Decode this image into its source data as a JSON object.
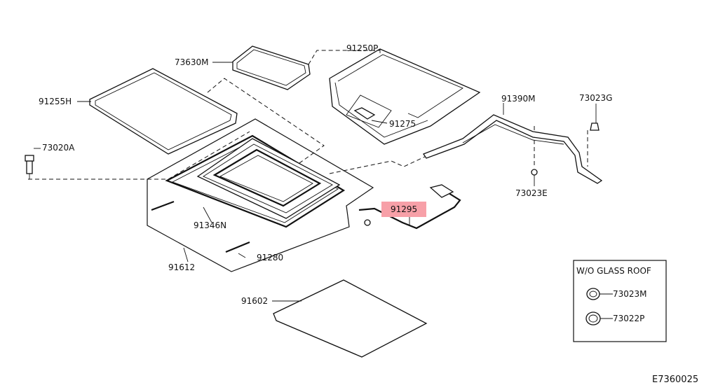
{
  "diagram_code": "E7360025",
  "highlight_color": "#f7a0a8",
  "inset": {
    "title": "W/O GLASS ROOF",
    "parts": [
      "73023M",
      "73022P"
    ]
  },
  "labels": {
    "p73630M": "73630M",
    "p91250P": "91250P",
    "p91255H": "91255H",
    "p91390M": "91390M",
    "p73023G": "73023G",
    "p73020A": "73020A",
    "p91275": "91275",
    "p73023E": "73023E",
    "p91295": "91295",
    "p91346N": "91346N",
    "p91280": "91280",
    "p91612": "91612",
    "p91602": "91602"
  }
}
